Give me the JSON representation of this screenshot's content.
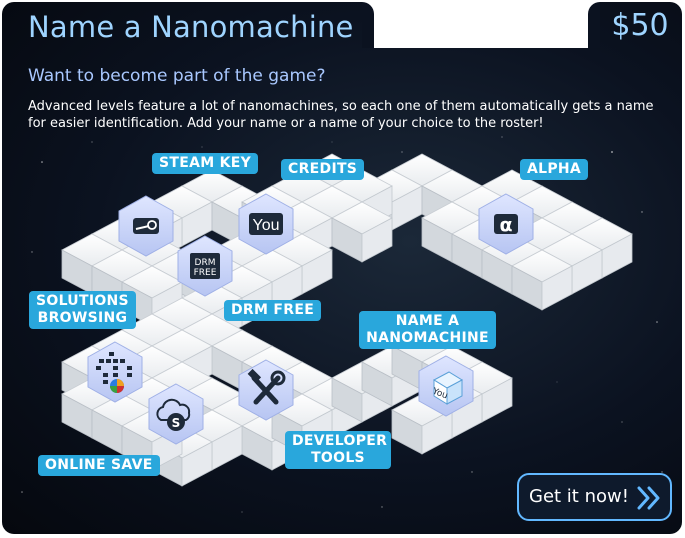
{
  "header": {
    "title": "Name a Nanomachine",
    "price": "$50"
  },
  "intro": {
    "subtitle": "Want to become part of the game?",
    "description": "Advanced levels feature a lot of nanomachines, so each one of them automatically gets a name for easier identification. Add your name or a name of your choice to the roster!"
  },
  "board": {
    "tiles": {
      "steam_key": {
        "label": "STEAM KEY",
        "icon": "steam-icon"
      },
      "credits": {
        "label": "CREDITS",
        "icon": "you-badge-icon",
        "icon_text": "You"
      },
      "alpha": {
        "label": "ALPHA",
        "icon": "alpha-icon",
        "icon_text": "α"
      },
      "drm_free": {
        "label": "DRM FREE",
        "icon": "drm-free-icon",
        "icon_text": [
          "DRM",
          "FREE"
        ]
      },
      "solutions": {
        "label": [
          "SOLUTIONS",
          "BROWSING"
        ],
        "icon": "solutions-grid-icon"
      },
      "name_nanomachine": {
        "label": [
          "NAME A",
          "NANOMACHINE"
        ],
        "icon": "nanomachine-cube-icon",
        "icon_text": "You"
      },
      "online_save": {
        "label": "ONLINE SAVE",
        "icon": "cloud-save-icon",
        "icon_text": "S"
      },
      "developer_tools": {
        "label": [
          "DEVELOPER",
          "TOOLS"
        ],
        "icon": "hammer-wrench-icon"
      }
    }
  },
  "cta": {
    "label": "Get it now!",
    "icon": "double-chevron-right-icon"
  },
  "colors": {
    "accent": "#29a7dc",
    "title_text": "#9fd4ff",
    "cta_border": "#62b8ff",
    "background": "#0b1220"
  }
}
